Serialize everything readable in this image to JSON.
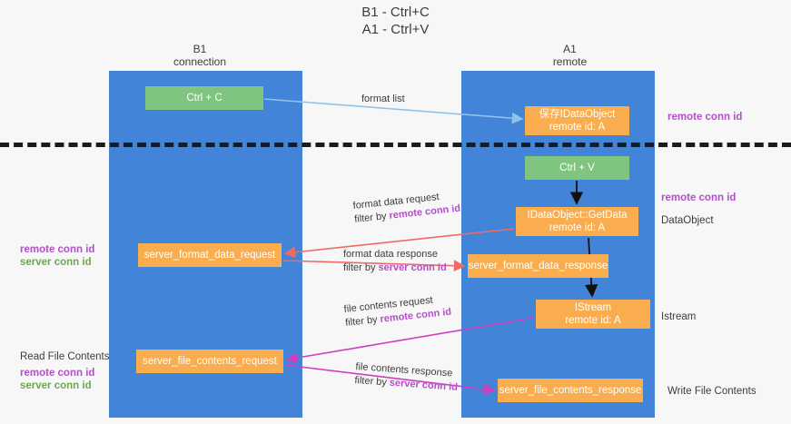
{
  "title": {
    "line1": "B1 - Ctrl+C",
    "line2": "A1 - Ctrl+V"
  },
  "columns": {
    "left": {
      "name": "B1",
      "role": "connection"
    },
    "right": {
      "name": "A1",
      "role": "remote"
    }
  },
  "nodes": {
    "ctrl_c": {
      "label": "Ctrl + C",
      "color": "#7fc47f"
    },
    "save_dataobject": {
      "line1": "保存IDataObject",
      "line2": "remote id: A",
      "color": "#f9ad4e"
    },
    "ctrl_v": {
      "label": "Ctrl + V",
      "color": "#7fc47f"
    },
    "getdata": {
      "line1": "IDataObject::GetData",
      "line2": "remote id: A",
      "color": "#f9ad4e"
    },
    "server_format_data_request": {
      "label": "server_format_data_request",
      "color": "#f9ad4e"
    },
    "server_format_data_response": {
      "label": "server_format_data_response",
      "color": "#f9ad4e"
    },
    "istream": {
      "line1": "IStream",
      "line2": "remote id: A",
      "color": "#f9ad4e"
    },
    "server_file_contents_request": {
      "label": "server_file_contents_request",
      "color": "#f9ad4e"
    },
    "server_file_contents_response": {
      "label": "server_file_contents_response",
      "color": "#f9ad4e"
    }
  },
  "edges": {
    "format_list": {
      "label": "format list"
    },
    "format_data_request": {
      "label": "format data request",
      "filter_prefix": "filter by ",
      "filter_key": "remote conn id"
    },
    "format_data_response": {
      "label": "format data response",
      "filter_prefix": "filter by ",
      "filter_key": "server conn id"
    },
    "file_contents_request": {
      "label": "file contents request",
      "filter_prefix": "filter by ",
      "filter_key": "remote conn id"
    },
    "file_contents_response": {
      "label": "file contents response",
      "filter_prefix": "filter by ",
      "filter_key": "server conn id"
    }
  },
  "annotations": {
    "right_remote_conn_top": "remote conn id",
    "right_remote_conn_mid": "remote conn id",
    "right_dataobject": "DataObject",
    "right_istream": "Istream",
    "right_write_file": "Write File Contents",
    "left_read_file": "Read File Contents",
    "left_remote_conn": "remote conn id",
    "left_server_conn": "server conn id",
    "left_remote_conn_2": "remote conn id",
    "left_server_conn_2": "server conn id"
  },
  "colors": {
    "lane": "#4285d8",
    "green_node": "#7fc47f",
    "orange_node": "#f9ad4e",
    "purple_text": "#b44fc8",
    "green_text": "#6aa84f",
    "red_arrow": "#ef6a62",
    "magenta_arrow": "#cc3fbf",
    "blue_arrow": "#8fc4ea",
    "divider": "#1b1b1b"
  }
}
